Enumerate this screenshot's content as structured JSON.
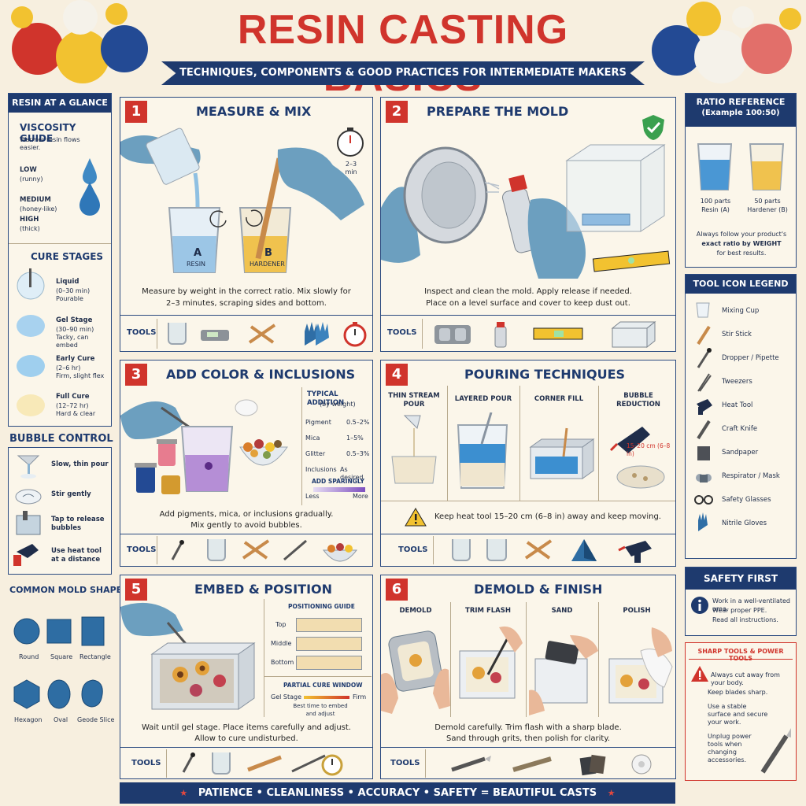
{
  "header": {
    "title": "RESIN CASTING BASICS",
    "subtitle": "TECHNIQUES, COMPONENTS & GOOD PRACTICES FOR INTERMEDIATE MAKERS"
  },
  "left": {
    "glance_title": "RESIN AT A GLANCE",
    "viscosity_title": "VISCOSITY GUIDE",
    "viscosity_note": "Warmer resin flows easier.",
    "visc": [
      {
        "label": "LOW",
        "sub": "(runny)"
      },
      {
        "label": "MEDIUM",
        "sub": "(honey-like)"
      },
      {
        "label": "HIGH",
        "sub": "(thick)"
      }
    ],
    "cure_title": "CURE STAGES",
    "cure": [
      {
        "label": "Liquid",
        "time": "(0–30 min)",
        "note": "Pourable"
      },
      {
        "label": "Gel Stage",
        "time": "(30–90 min)",
        "note": "Tacky, can embed"
      },
      {
        "label": "Early Cure",
        "time": "(2–6 hr)",
        "note": "Firm, slight flex"
      },
      {
        "label": "Full Cure",
        "time": "(12–72 hr)",
        "note": "Hard & clear"
      }
    ],
    "bubble_title": "BUBBLE CONTROL",
    "bubble": [
      "Slow, thin pour",
      "Stir gently",
      "Tap to release bubbles",
      "Use heat tool at a distance"
    ],
    "molds_title": "COMMON MOLD SHAPES",
    "molds": [
      "Round",
      "Square",
      "Rectangle",
      "Hexagon",
      "Oval",
      "Geode Slice"
    ]
  },
  "steps": [
    {
      "num": "1",
      "title": "MEASURE & MIX",
      "desc1": "Measure by weight in the correct ratio. Mix slowly for",
      "desc2": "2–3 minutes, scraping sides and bottom.",
      "timer": "2–3 min",
      "cup_a": "A",
      "cup_a_sub": "RESIN",
      "cup_b": "B",
      "cup_b_sub": "HARDENER"
    },
    {
      "num": "2",
      "title": "PREPARE THE MOLD",
      "desc1": "Inspect and clean the mold. Apply release if needed.",
      "desc2": "Place on a level surface and cover to keep dust out."
    },
    {
      "num": "3",
      "title": "ADD COLOR & INCLUSIONS",
      "desc1": "Add pigments, mica, or inclusions gradually.",
      "desc2": "Mix gently to avoid bubbles.",
      "typical_title": "TYPICAL ADDITION",
      "typical_sub": "(by weight)",
      "typical": [
        {
          "k": "Pigment",
          "v": "0.5–2%"
        },
        {
          "k": "Mica",
          "v": "1–5%"
        },
        {
          "k": "Glitter",
          "v": "0.5–3%"
        },
        {
          "k": "Inclusions",
          "v": "As desired"
        }
      ],
      "sparingly": "ADD SPARINGLY",
      "less": "Less",
      "more": "More"
    },
    {
      "num": "4",
      "title": "POURING TECHNIQUES",
      "techniques": [
        "THIN STREAM POUR",
        "LAYERED POUR",
        "CORNER FILL",
        "BUBBLE REDUCTION"
      ],
      "heat_dist": "15–20 cm (6–8 in)",
      "warning": "Keep heat tool 15–20 cm (6–8 in) away and keep moving."
    },
    {
      "num": "5",
      "title": "EMBED & POSITION",
      "desc1": "Wait until gel stage. Place items carefully and adjust.",
      "desc2": "Allow to cure undisturbed.",
      "guide_title": "POSITIONING GUIDE",
      "guide": [
        "Top",
        "Middle",
        "Bottom"
      ],
      "partial_title": "PARTIAL CURE WINDOW",
      "gel": "Gel Stage",
      "firm": "Firm",
      "partial_note": "Best time to embed and adjust"
    },
    {
      "num": "6",
      "title": "DEMOLD & FINISH",
      "techniques": [
        "DEMOLD",
        "TRIM FLASH",
        "SAND",
        "POLISH"
      ],
      "desc1": "Demold carefully. Trim flash with a sharp blade.",
      "desc2": "Sand through grits, then polish for clarity."
    }
  ],
  "tools_label": "TOOLS",
  "right": {
    "ratio_title": "RATIO REFERENCE",
    "ratio_sub": "(Example 100:50)",
    "ratio": [
      {
        "amount": "100 parts",
        "name": "Resin (A)"
      },
      {
        "amount": "50 parts",
        "name": "Hardener (B)"
      }
    ],
    "ratio_note1": "Always follow your product's",
    "ratio_note2": "exact ratio by WEIGHT",
    "ratio_note3": "for best results.",
    "legend_title": "TOOL ICON LEGEND",
    "legend": [
      "Mixing Cup",
      "Stir Stick",
      "Dropper / Pipette",
      "Tweezers",
      "Heat Tool",
      "Craft Knife",
      "Sandpaper",
      "Respirator / Mask",
      "Safety Glasses",
      "Nitrile Gloves"
    ],
    "safety_title": "SAFETY FIRST",
    "safety_lines": [
      "Work in a well-ventilated area.",
      "Wear proper PPE.",
      "Read all instructions."
    ],
    "sharp_title": "SHARP TOOLS & POWER TOOLS",
    "sharp_lines": [
      "Always cut away from your body.",
      "Keep blades sharp.",
      "Use a stable surface and secure your work.",
      "Unplug power tools when changing accessories."
    ]
  },
  "footer": "PATIENCE • CLEANLINESS • ACCURACY • SAFETY = BEAUTIFUL CASTS",
  "colors": {
    "navy": "#1e3a6e",
    "red": "#d0342c",
    "cream": "#f7efdf",
    "glove": "#6c9fbf"
  }
}
